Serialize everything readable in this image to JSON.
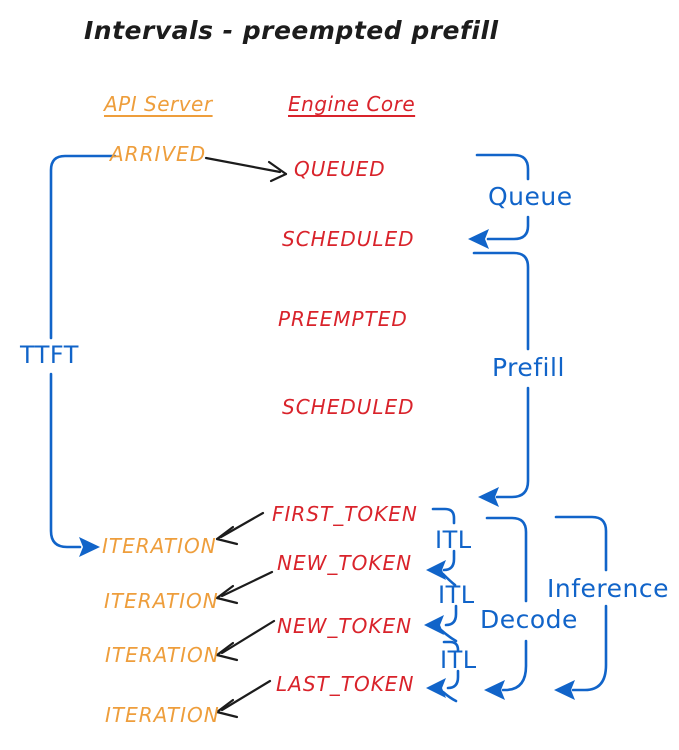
{
  "title": "Intervals - preempted prefill",
  "colors": {
    "api": "#EE9E3C",
    "engine": "#D9232B",
    "interval": "#1164C9",
    "ink": "#1C1C1C"
  },
  "columns": {
    "api_server": "API Server",
    "engine_core": "Engine Core"
  },
  "api_events": {
    "arrived": "ARRIVED",
    "iteration1": "ITERATION",
    "iteration2": "ITERATION",
    "iteration3": "ITERATION",
    "iteration4": "ITERATION"
  },
  "engine_events": {
    "queued": "QUEUED",
    "scheduled1": "SCHEDULED",
    "preempted": "PREEMPTED",
    "scheduled2": "SCHEDULED",
    "first_token": "FIRST_TOKEN",
    "new_token1": "NEW_TOKEN",
    "new_token2": "NEW_TOKEN",
    "last_token": "LAST_TOKEN"
  },
  "intervals": {
    "ttft": "TTFT",
    "queue": "Queue",
    "prefill": "Prefill",
    "itl1": "ITL",
    "itl2": "ITL",
    "itl3": "ITL",
    "decode": "Decode",
    "inference": "Inference"
  }
}
